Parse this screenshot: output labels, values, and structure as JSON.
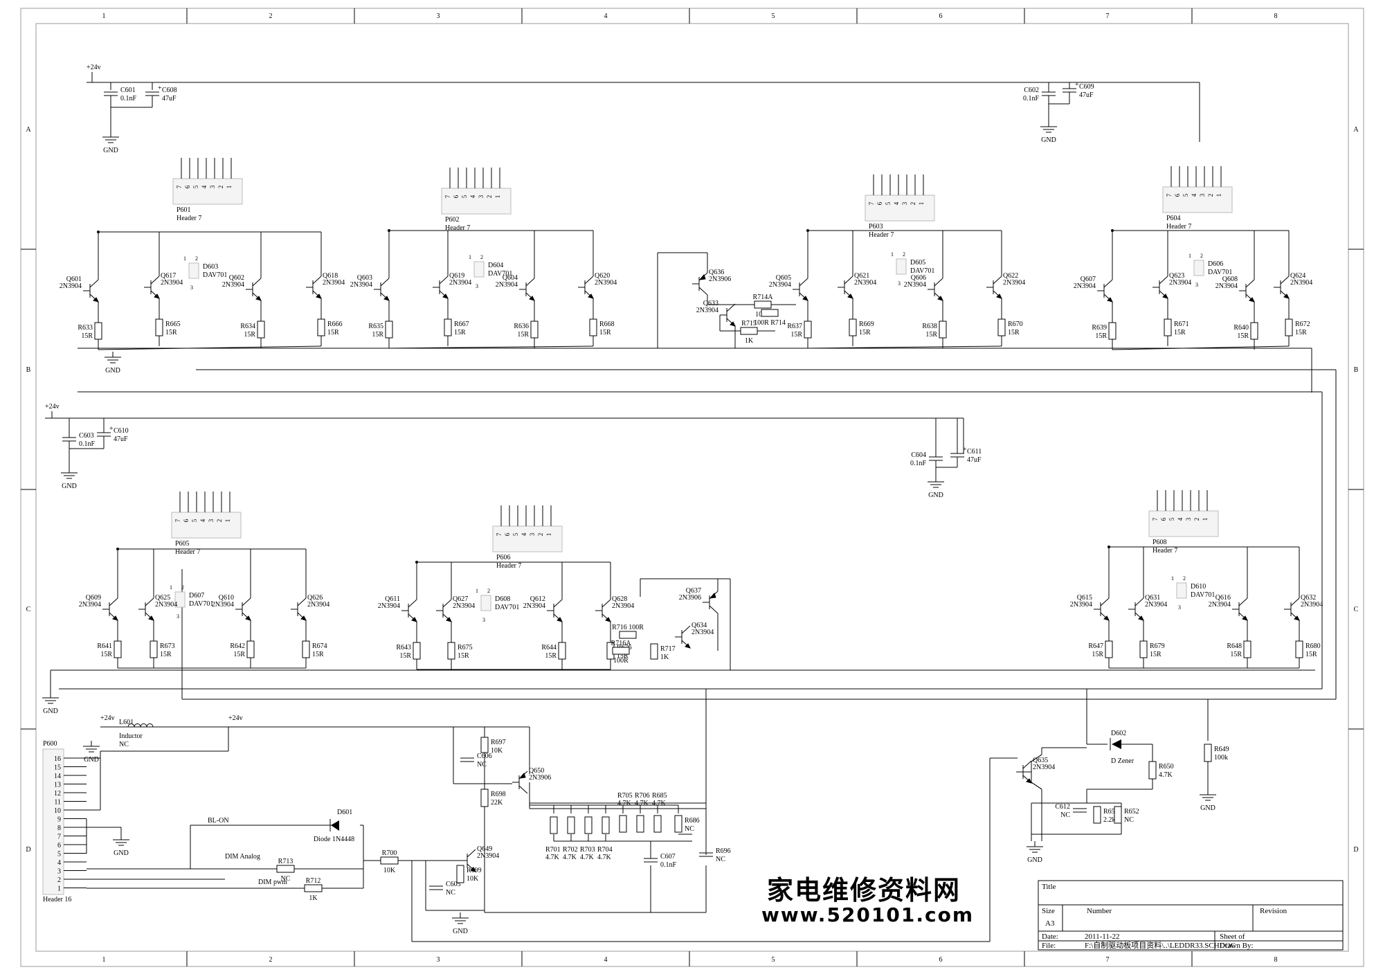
{
  "frame": {
    "columns": [
      "1",
      "2",
      "3",
      "4",
      "5",
      "6",
      "7",
      "8"
    ],
    "rows": [
      "A",
      "B",
      "C",
      "D"
    ]
  },
  "net_labels": {
    "vcc": "+24v",
    "gnd": "GND",
    "bl_on": "BL-ON",
    "dim_analog": "DIM Analog",
    "dim_pwm": "DIM pwm"
  },
  "caps_top": [
    {
      "ref": "C601",
      "value": "0.1nF"
    },
    {
      "ref": "C608",
      "value": "47uF"
    },
    {
      "ref": "C602",
      "value": "0.1nF"
    },
    {
      "ref": "C609",
      "value": "47uF"
    },
    {
      "ref": "C603",
      "value": "0.1nF"
    },
    {
      "ref": "C610",
      "value": "47uF"
    },
    {
      "ref": "C604",
      "value": "0.1nF"
    },
    {
      "ref": "C611",
      "value": "47uF"
    }
  ],
  "header_pins": [
    "7",
    "6",
    "5",
    "4",
    "3",
    "2",
    "1"
  ],
  "channels": [
    {
      "header": "P601",
      "header_type": "Header 7",
      "diode": "D603",
      "diode_type": "DAV701",
      "transistors": [
        {
          "ref": "Q601",
          "type": "2N3904"
        },
        {
          "ref": "Q617",
          "type": "2N3904"
        },
        {
          "ref": "Q602",
          "type": "2N3904"
        },
        {
          "ref": "Q618",
          "type": "2N3904"
        }
      ],
      "resistors": [
        {
          "ref": "R633",
          "value": "15R"
        },
        {
          "ref": "R665",
          "value": "15R"
        },
        {
          "ref": "R634",
          "value": "15R"
        },
        {
          "ref": "R666",
          "value": "15R"
        }
      ]
    },
    {
      "header": "P602",
      "header_type": "Header 7",
      "diode": "D604",
      "diode_type": "DAV701",
      "transistors": [
        {
          "ref": "Q603",
          "type": "2N3904"
        },
        {
          "ref": "Q619",
          "type": "2N3904"
        },
        {
          "ref": "Q604",
          "type": "2N3904"
        },
        {
          "ref": "Q620",
          "type": "2N3904"
        }
      ],
      "resistors": [
        {
          "ref": "R635",
          "value": "15R"
        },
        {
          "ref": "R667",
          "value": "15R"
        },
        {
          "ref": "R636",
          "value": "15R"
        },
        {
          "ref": "R668",
          "value": "15R"
        }
      ]
    },
    {
      "header": "P603",
      "header_type": "Header 7",
      "diode": "D605",
      "diode_type": "DAV701",
      "transistors": [
        {
          "ref": "Q605",
          "type": "2N3904"
        },
        {
          "ref": "Q621",
          "type": "2N3904"
        },
        {
          "ref": "Q606",
          "type": "2N3904"
        },
        {
          "ref": "Q622",
          "type": "2N3904"
        }
      ],
      "resistors": [
        {
          "ref": "R637",
          "value": "15R"
        },
        {
          "ref": "R669",
          "value": "15R"
        },
        {
          "ref": "R638",
          "value": "15R"
        },
        {
          "ref": "R670",
          "value": "15R"
        }
      ]
    },
    {
      "header": "P604",
      "header_type": "Header 7",
      "diode": "D606",
      "diode_type": "DAV701",
      "transistors": [
        {
          "ref": "Q607",
          "type": "2N3904"
        },
        {
          "ref": "Q623",
          "type": "2N3904"
        },
        {
          "ref": "Q608",
          "type": "2N3904"
        },
        {
          "ref": "Q624",
          "type": "2N3904"
        }
      ],
      "resistors": [
        {
          "ref": "R639",
          "value": "15R"
        },
        {
          "ref": "R671",
          "value": "15R"
        },
        {
          "ref": "R640",
          "value": "15R"
        },
        {
          "ref": "R672",
          "value": "15R"
        }
      ]
    },
    {
      "header": "P605",
      "header_type": "Header 7",
      "diode": "D607",
      "diode_type": "DAV701",
      "transistors": [
        {
          "ref": "Q609",
          "type": "2N3904"
        },
        {
          "ref": "Q625",
          "type": "2N3904"
        },
        {
          "ref": "Q610",
          "type": "2N3904"
        },
        {
          "ref": "Q626",
          "type": "2N3904"
        }
      ],
      "resistors": [
        {
          "ref": "R641",
          "value": "15R"
        },
        {
          "ref": "R673",
          "value": "15R"
        },
        {
          "ref": "R642",
          "value": "15R"
        },
        {
          "ref": "R674",
          "value": "15R"
        }
      ]
    },
    {
      "header": "P606",
      "header_type": "Header 7",
      "diode": "D608",
      "diode_type": "DAV701",
      "transistors": [
        {
          "ref": "Q611",
          "type": "2N3904"
        },
        {
          "ref": "Q627",
          "type": "2N3904"
        },
        {
          "ref": "Q612",
          "type": "2N3904"
        },
        {
          "ref": "Q628",
          "type": "2N3904"
        }
      ],
      "resistors": [
        {
          "ref": "R643",
          "value": "15R"
        },
        {
          "ref": "R675",
          "value": "15R"
        },
        {
          "ref": "R644",
          "value": "15R"
        },
        {
          "ref": "R676",
          "value": "15R"
        }
      ]
    },
    {
      "header": "P608",
      "header_type": "Header 7",
      "diode": "D610",
      "diode_type": "DAV701",
      "transistors": [
        {
          "ref": "Q615",
          "type": "2N3904"
        },
        {
          "ref": "Q631",
          "type": "2N3904"
        },
        {
          "ref": "Q616",
          "type": "2N3904"
        },
        {
          "ref": "Q632",
          "type": "2N3904"
        }
      ],
      "resistors": [
        {
          "ref": "R647",
          "value": "15R"
        },
        {
          "ref": "R679",
          "value": "15R"
        },
        {
          "ref": "R648",
          "value": "15R"
        },
        {
          "ref": "R680",
          "value": "15R"
        }
      ]
    }
  ],
  "protect_top": {
    "q_pnp": {
      "ref": "Q636",
      "type": "2N3906"
    },
    "q_npn": {
      "ref": "Q633",
      "type": "2N3904"
    },
    "r_a": {
      "ref": "R714A",
      "value": "100R"
    },
    "r_b": {
      "ref": "R714",
      "value": "100R"
    },
    "r_c": {
      "ref": "R715",
      "value": "1K"
    }
  },
  "protect_bottom": {
    "q_pnp": {
      "ref": "Q637",
      "type": "2N3906"
    },
    "q_npn": {
      "ref": "Q634",
      "type": "2N3904"
    },
    "r_a": {
      "ref": "R716",
      "value": "100R"
    },
    "r_b": {
      "ref": "R716A",
      "value": "100R"
    },
    "r_c": {
      "ref": "R717",
      "value": "1K"
    }
  },
  "connector": {
    "ref": "P600",
    "type": "Header 16",
    "pins": [
      "16",
      "15",
      "14",
      "13",
      "12",
      "11",
      "10",
      "9",
      "8",
      "7",
      "6",
      "5",
      "4",
      "3",
      "2",
      "1"
    ]
  },
  "input_stage": {
    "inductor": {
      "ref": "L601",
      "type": "Inductor",
      "value": "NC"
    },
    "diode": {
      "ref": "D601",
      "type": "Diode 1N4448"
    },
    "r713": {
      "ref": "R713",
      "value": "NC"
    },
    "r712": {
      "ref": "R712",
      "value": "1K"
    },
    "r700": {
      "ref": "R700",
      "value": "10K"
    },
    "r697": {
      "ref": "R697",
      "value": "10K"
    },
    "c606": {
      "ref": "C606",
      "value": "NC"
    },
    "r698": {
      "ref": "R698",
      "value": "22K"
    },
    "q650": {
      "ref": "Q650",
      "type": "2N3906"
    },
    "q649": {
      "ref": "Q649",
      "type": "2N3904"
    },
    "c605": {
      "ref": "C605",
      "value": "NC"
    },
    "r699": {
      "ref": "R699",
      "value": "10K"
    },
    "r696": {
      "ref": "R696",
      "value": "NC"
    },
    "c607": {
      "ref": "C607",
      "value": "0.1nF"
    },
    "r686": {
      "ref": "R686",
      "value": "NC"
    }
  },
  "divider": {
    "top": [
      {
        "ref": "R705",
        "value": "4.7K"
      },
      {
        "ref": "R706",
        "value": "4.7K"
      },
      {
        "ref": "R685",
        "value": "4.7K"
      }
    ],
    "bottom": [
      {
        "ref": "R701",
        "value": "4.7K"
      },
      {
        "ref": "R702",
        "value": "4.7K"
      },
      {
        "ref": "R703",
        "value": "4.7K"
      },
      {
        "ref": "R704",
        "value": "4.7K"
      }
    ]
  },
  "right_stage": {
    "d602": {
      "ref": "D602",
      "type": "D Zener"
    },
    "r650": {
      "ref": "R650",
      "value": "4.7K"
    },
    "r649": {
      "ref": "R649",
      "value": "100k"
    },
    "q635": {
      "ref": "Q635",
      "type": "2N3904"
    },
    "c612": {
      "ref": "C612",
      "value": "NC"
    },
    "r651": {
      "ref": "R651",
      "value": "2.2k"
    },
    "r652": {
      "ref": "R652",
      "value": "NC"
    }
  },
  "title_block": {
    "title": "Title",
    "size_label": "Size",
    "size": "A3",
    "number_label": "Number",
    "revision_label": "Revision",
    "date_label": "Date:",
    "date": "2011-11-22",
    "file_label": "File:",
    "file": "F:\\自制驱动板项目资料\\..\\LEDDR33.SCHDOC",
    "sheet": "Sheet    of",
    "drawn_by": "Drawn By:"
  },
  "watermark": {
    "cn": "家电维修资料网",
    "url": "www.520101.com"
  }
}
